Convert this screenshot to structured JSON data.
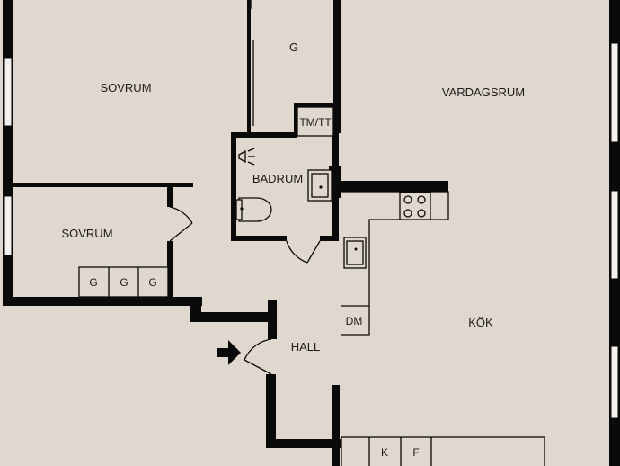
{
  "rooms": {
    "sovrum_1": "SOVRUM",
    "sovrum_2": "SOVRUM",
    "vardagsrum": "VARDAGSRUM",
    "kok": "KÖK",
    "hall": "HALL",
    "badrum": "BADRUM",
    "garderob_top": "G"
  },
  "fixtures": {
    "tm_tt": "TM/TT",
    "dm": "DM",
    "kyl": "K",
    "frys": "F",
    "wardrobes": [
      "G",
      "G",
      "G"
    ]
  },
  "colors": {
    "background": "#e0d8ce",
    "walls": "#0a0a0a",
    "windows": "#f4f1ec"
  },
  "icons": [
    "entrance-arrow-icon",
    "stove-icon",
    "sink-icon",
    "toilet-icon",
    "shower-icon"
  ]
}
